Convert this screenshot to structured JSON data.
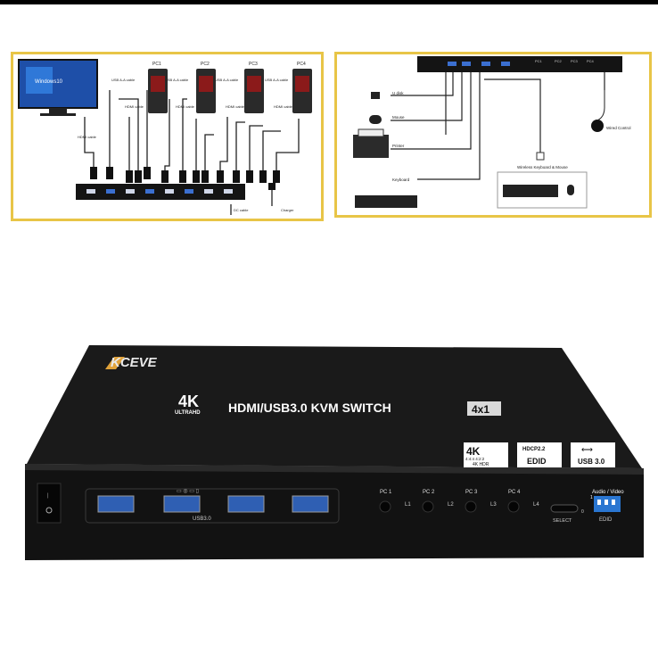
{
  "left_diagram": {
    "monitor_os": "Windows10",
    "pc_labels": [
      "PC1",
      "PC2",
      "PC3",
      "PC4"
    ],
    "usb_cable": "USB A-A cable",
    "hdmi_cable": "HDMI cable",
    "dc_cable": "DC cable",
    "charger": "Charger"
  },
  "right_diagram": {
    "u_disk": "U disk",
    "mouse": "Mouse",
    "printer": "Printer",
    "keyboard": "Keyboard",
    "wireless": "Wireless Keyboard & Mouse",
    "wired_control": "Wired Control",
    "pc_labels": [
      "PC1",
      "PC2",
      "PC3",
      "PC4"
    ]
  },
  "device": {
    "brand": "KCEVE",
    "badge_4k": "4K",
    "badge_ultra": "ULTRAHD",
    "title": "HDMI/USB3.0 KVM SWITCH",
    "model": "4x1",
    "logo_4k_big": "4K",
    "logo_4k_small": "4:4:4  4:2:2",
    "logo_4k_hdr": "4K  HDR",
    "hdcp": "HDCP2.2",
    "edid_logo": "EDID",
    "usb_logo": "USB 3.0",
    "usb_label": "USB3.0",
    "pc_buttons": [
      "PC 1",
      "PC 2",
      "PC 3",
      "PC 4"
    ],
    "leds": [
      "L1",
      "L2",
      "L3",
      "L4"
    ],
    "select": "SELECT",
    "audio_video": "Audio / Video",
    "edid_switch": "EDID",
    "switch_one": "1",
    "switch_zero": "0"
  },
  "colors": {
    "panel_border": "#e8c547",
    "device_body": "#151515",
    "usb_blue": "#2f5fb3"
  }
}
